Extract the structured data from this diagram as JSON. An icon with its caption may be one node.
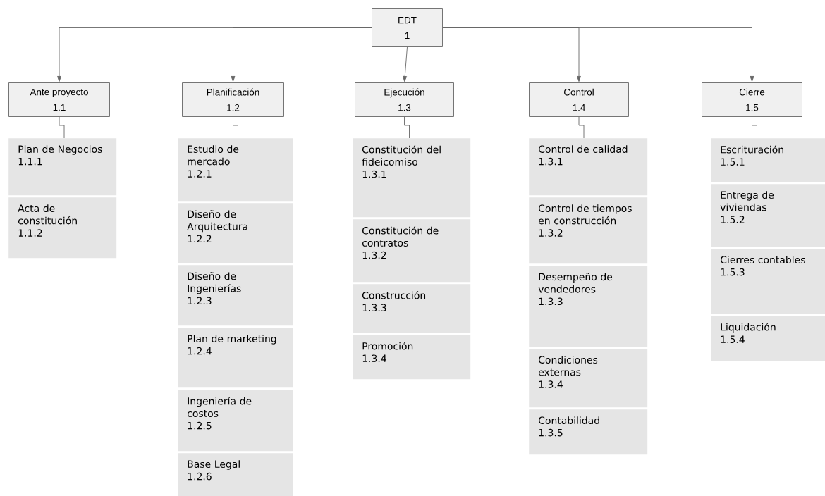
{
  "diagram": {
    "nodes": [
      {
        "text": [
          "EDT",
          "1"
        ]
      },
      {
        "text": [
          "Ante proyecto",
          "1.1"
        ]
      },
      {
        "text": [
          "Planificación",
          "1.2"
        ]
      },
      {
        "text": [
          "Ejecución",
          "1.3"
        ]
      },
      {
        "text": [
          "Control",
          "1.4"
        ]
      },
      {
        "text": [
          "Cierre",
          "1.5"
        ]
      },
      {
        "text": [
          "Plan de Negocios",
          "1.1.1"
        ]
      },
      {
        "text": [
          "Acta de constitución",
          "1.1.2"
        ]
      },
      {
        "text": [
          "Estudio de mercado",
          "1.2.1"
        ]
      },
      {
        "text": [
          "Diseño de Arquitectura",
          "1.2.2"
        ]
      },
      {
        "text": [
          "Diseño de Ingenierías",
          "1.2.3"
        ]
      },
      {
        "text": [
          "Plan de marketing",
          "1.2.4"
        ]
      },
      {
        "text": [
          "Ingeniería de costos",
          "1.2.5"
        ]
      },
      {
        "text": [
          "Base Legal",
          "1.2.6"
        ]
      },
      {
        "text": [
          "Constitución del fideicomiso",
          "1.3.1"
        ]
      },
      {
        "text": [
          "Constitución de contratos",
          "1.3.2"
        ]
      },
      {
        "text": [
          "Construcción",
          "1.3.3"
        ]
      },
      {
        "text": [
          "Promoción",
          "1.3.4"
        ]
      },
      {
        "text": [
          "Control de calidad",
          "1.3.1"
        ]
      },
      {
        "text": [
          "Control de tiempos en construcción",
          "1.3.2"
        ]
      },
      {
        "text": [
          "Desempeño de vendedores",
          "1.3.3"
        ]
      },
      {
        "text": [
          "Condiciones externas",
          "1.3.4"
        ]
      },
      {
        "text": [
          "Contabilidad",
          "1.3.5"
        ]
      },
      {
        "text": [
          "Escrituración",
          "1.5.1"
        ]
      },
      {
        "text": [
          "Entrega de viviendas",
          "1.5.2"
        ]
      },
      {
        "text": [
          "Cierres contables",
          "1.5.3"
        ]
      },
      {
        "text": [
          "Liquidación",
          "1.5.4"
        ]
      }
    ],
    "edges": [
      {
        "from": 0,
        "to": 1,
        "arrow": "to"
      },
      {
        "from": 0,
        "to": 2,
        "arrow": "to"
      },
      {
        "from": 0,
        "to": 3,
        "arrow": "to"
      },
      {
        "from": 0,
        "to": 4,
        "arrow": "to"
      },
      {
        "from": 0,
        "to": 5,
        "arrow": "to"
      },
      {
        "from": 1,
        "to": 6,
        "arrow": "none"
      },
      {
        "from": 2,
        "to": 8,
        "arrow": "none"
      },
      {
        "from": 3,
        "to": 14,
        "arrow": "none"
      },
      {
        "from": 4,
        "to": 18,
        "arrow": "none"
      },
      {
        "from": 5,
        "to": 23,
        "arrow": "none"
      }
    ]
  }
}
